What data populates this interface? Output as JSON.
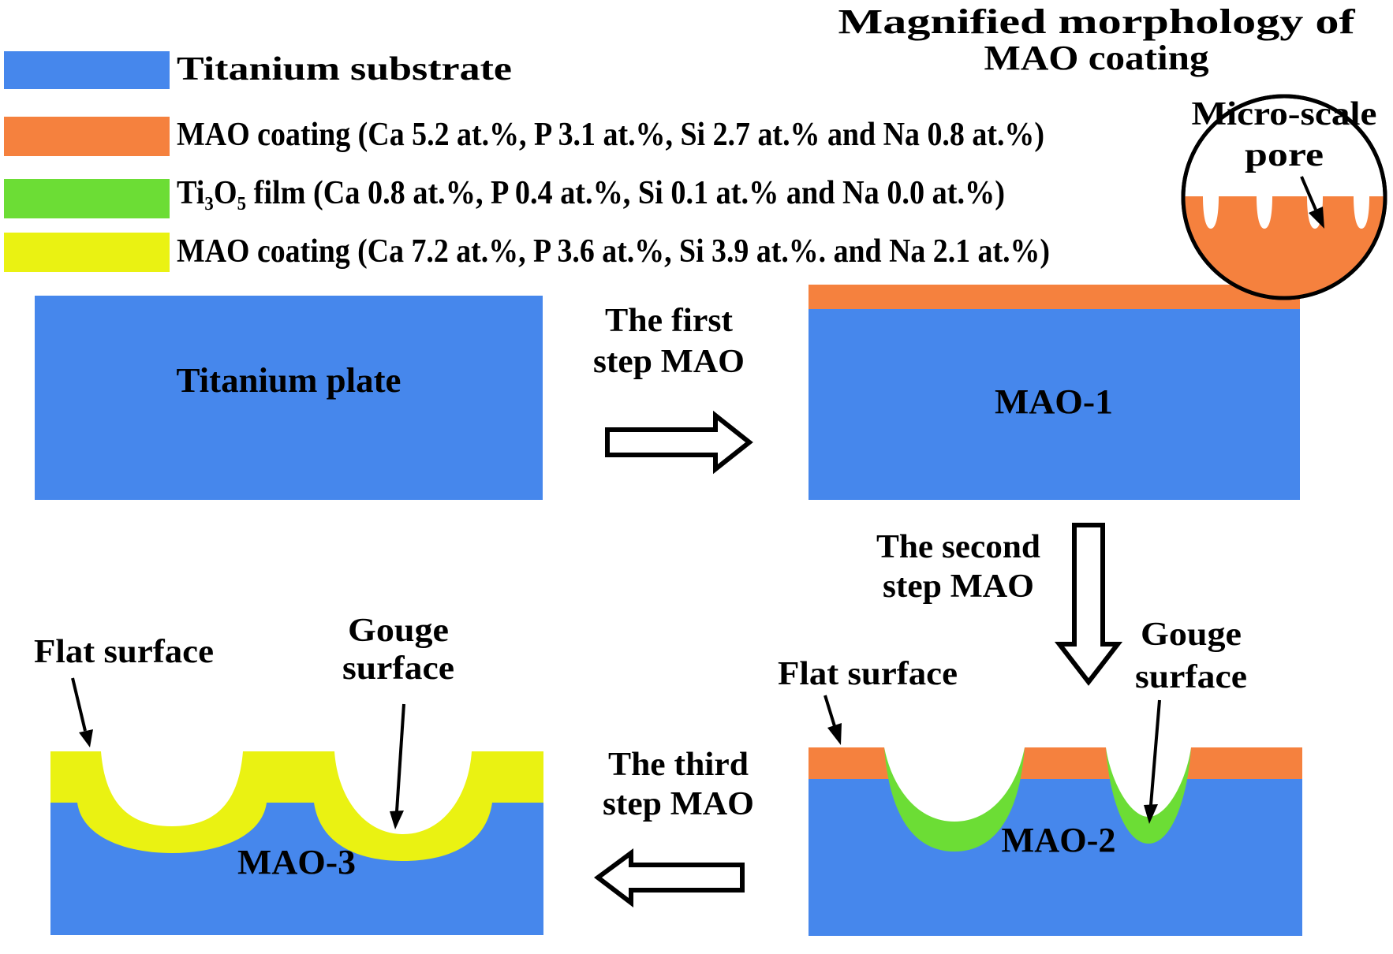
{
  "colors": {
    "titanium_blue": "#4687ec",
    "mao_orange": "#f5813e",
    "ti3o5_green": "#6cdd35",
    "mao_yellow": "#eaf212",
    "background": "#ffffff",
    "outline": "#000000"
  },
  "legend": {
    "items": [
      {
        "key": "titanium",
        "label": "Titanium substrate"
      },
      {
        "key": "mao_coating_1",
        "label": "MAO coating (Ca 5.2 at.%, P 3.1 at.%, Si 2.7 at.% and Na 0.8 at.%)"
      },
      {
        "key": "ti3o5_film",
        "label": "Ti₃O₅ film (Ca 0.8 at.%, P 0.4 at.%, Si 0.1 at.% and Na 0.0 at.%)"
      },
      {
        "key": "mao_coating_2",
        "label": "MAO coating (Ca 7.2 at.%, P 3.6 at.%, Si 3.9 at.%. and Na 2.1 at.%)"
      }
    ]
  },
  "magnified": {
    "title_line1": "Magnified morphology of",
    "title_line2": "MAO coating",
    "pore_label_line1": "Micro-scale",
    "pore_label_line2": "pore"
  },
  "steps": {
    "first_line1": "The first",
    "first_line2": "step MAO",
    "second_line1": "The second",
    "second_line2": "step MAO",
    "third_line1": "The third",
    "third_line2": "step MAO"
  },
  "boxes": {
    "titanium_plate": {
      "label": "Titanium plate"
    },
    "mao1": {
      "label": "MAO-1"
    },
    "mao2": {
      "label": "MAO-2"
    },
    "mao3": {
      "label": "MAO-3"
    }
  },
  "annotations": {
    "mao2_flat": "Flat surface",
    "mao2_gouge_line1": "Gouge",
    "mao2_gouge_line2": "surface",
    "mao3_flat": "Flat surface",
    "mao3_gouge_line1": "Gouge",
    "mao3_gouge_line2": "surface"
  }
}
